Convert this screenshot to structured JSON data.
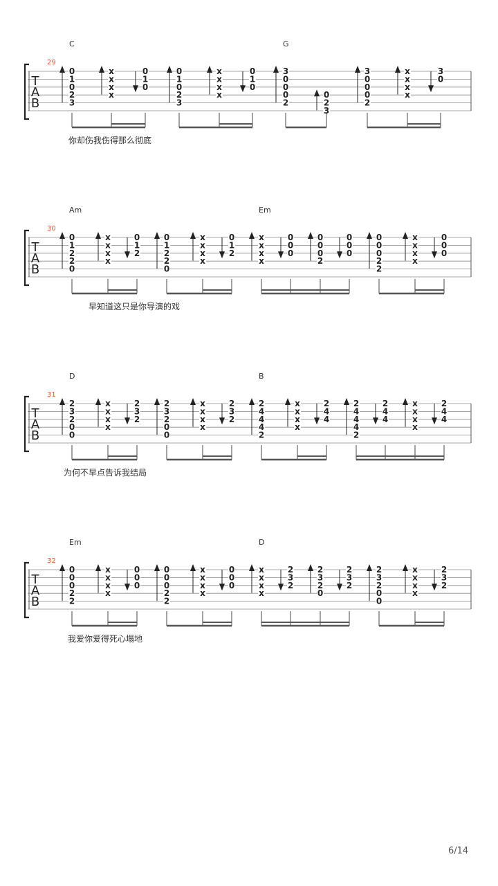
{
  "page_number": "6/14",
  "tab_clef": [
    "T",
    "A",
    "B"
  ],
  "systems": [
    {
      "measure_number": "29",
      "lyric": "你却伤我伤得那么彻底",
      "chords": [
        {
          "name": "C",
          "beat_group": 0
        },
        {
          "name": "G",
          "beat_group": 2
        }
      ],
      "groups": [
        [
          {
            "dir": "up",
            "frets": [
              "0",
              "1",
              "0",
              "2",
              "3",
              ""
            ]
          },
          {
            "dir": "up",
            "frets": [
              "x",
              "x",
              "x",
              "x",
              "",
              ""
            ]
          },
          {
            "dir": "down",
            "frets": [
              "0",
              "1",
              "0",
              "",
              "",
              ""
            ]
          }
        ],
        [
          {
            "dir": "up",
            "frets": [
              "0",
              "1",
              "0",
              "2",
              "3",
              ""
            ]
          },
          {
            "dir": "up",
            "frets": [
              "x",
              "x",
              "x",
              "x",
              "",
              ""
            ]
          },
          {
            "dir": "down",
            "frets": [
              "0",
              "1",
              "0",
              "",
              "",
              ""
            ]
          }
        ],
        [
          {
            "dir": "up",
            "frets": [
              "3",
              "0",
              "0",
              "0",
              "2",
              ""
            ]
          },
          {
            "dir": "up",
            "frets": [
              "",
              "",
              "",
              "0",
              "2",
              "3"
            ]
          }
        ],
        [
          {
            "dir": "up",
            "frets": [
              "3",
              "0",
              "0",
              "0",
              "2",
              ""
            ]
          },
          {
            "dir": "up",
            "frets": [
              "x",
              "x",
              "x",
              "x",
              "",
              ""
            ]
          },
          {
            "dir": "down",
            "frets": [
              "3",
              "0",
              "",
              "",
              "",
              ""
            ]
          }
        ]
      ]
    },
    {
      "measure_number": "30",
      "lyric": "早知道这只是你导演的戏",
      "chords": [
        {
          "name": "Am",
          "beat_group": 0
        },
        {
          "name": "Em",
          "beat_group": 2
        }
      ],
      "groups": [
        [
          {
            "dir": "up",
            "frets": [
              "0",
              "1",
              "2",
              "2",
              "0",
              ""
            ]
          },
          {
            "dir": "up",
            "frets": [
              "x",
              "x",
              "x",
              "x",
              "",
              ""
            ]
          },
          {
            "dir": "down",
            "frets": [
              "0",
              "1",
              "2",
              "",
              "",
              ""
            ]
          }
        ],
        [
          {
            "dir": "up",
            "frets": [
              "0",
              "1",
              "2",
              "2",
              "0",
              ""
            ]
          },
          {
            "dir": "up",
            "frets": [
              "x",
              "x",
              "x",
              "x",
              "",
              ""
            ]
          },
          {
            "dir": "down",
            "frets": [
              "0",
              "1",
              "2",
              "",
              "",
              ""
            ]
          }
        ],
        [
          {
            "dir": "up",
            "frets": [
              "x",
              "x",
              "x",
              "x",
              "",
              ""
            ]
          },
          {
            "dir": "down",
            "frets": [
              "0",
              "0",
              "0",
              "",
              "",
              ""
            ]
          },
          {
            "dir": "up",
            "frets": [
              "0",
              "0",
              "0",
              "2",
              "",
              ""
            ]
          },
          {
            "dir": "down",
            "frets": [
              "0",
              "0",
              "0",
              "",
              "",
              ""
            ]
          }
        ],
        [
          {
            "dir": "up",
            "frets": [
              "0",
              "0",
              "0",
              "2",
              "2",
              ""
            ]
          },
          {
            "dir": "up",
            "frets": [
              "x",
              "x",
              "x",
              "x",
              "",
              ""
            ]
          },
          {
            "dir": "down",
            "frets": [
              "0",
              "0",
              "0",
              "",
              "",
              ""
            ]
          }
        ]
      ]
    },
    {
      "measure_number": "31",
      "lyric": "为何不早点告诉我结局",
      "chords": [
        {
          "name": "D",
          "beat_group": 0
        },
        {
          "name": "B",
          "beat_group": 2
        }
      ],
      "groups": [
        [
          {
            "dir": "up",
            "frets": [
              "2",
              "3",
              "2",
              "0",
              "0",
              ""
            ]
          },
          {
            "dir": "up",
            "frets": [
              "x",
              "x",
              "x",
              "x",
              "",
              ""
            ]
          },
          {
            "dir": "down",
            "frets": [
              "2",
              "3",
              "2",
              "",
              "",
              ""
            ]
          }
        ],
        [
          {
            "dir": "up",
            "frets": [
              "2",
              "3",
              "2",
              "0",
              "0",
              ""
            ]
          },
          {
            "dir": "up",
            "frets": [
              "x",
              "x",
              "x",
              "x",
              "",
              ""
            ]
          },
          {
            "dir": "down",
            "frets": [
              "2",
              "3",
              "2",
              "",
              "",
              ""
            ]
          }
        ],
        [
          {
            "dir": "up",
            "frets": [
              "2",
              "4",
              "4",
              "4",
              "2",
              ""
            ]
          },
          {
            "dir": "up",
            "frets": [
              "x",
              "x",
              "x",
              "x",
              "",
              ""
            ]
          },
          {
            "dir": "down",
            "frets": [
              "2",
              "4",
              "4",
              "",
              "",
              ""
            ]
          }
        ],
        [
          {
            "dir": "up",
            "frets": [
              "2",
              "4",
              "4",
              "4",
              "2",
              ""
            ]
          },
          {
            "dir": "down",
            "frets": [
              "2",
              "4",
              "4",
              "",
              "",
              ""
            ]
          },
          {
            "dir": "up",
            "frets": [
              "x",
              "x",
              "x",
              "x",
              "",
              ""
            ]
          },
          {
            "dir": "down",
            "frets": [
              "2",
              "4",
              "4",
              "",
              "",
              ""
            ]
          }
        ]
      ]
    },
    {
      "measure_number": "32",
      "lyric": "我爱你爱得死心塌地",
      "chords": [
        {
          "name": "Em",
          "beat_group": 0
        },
        {
          "name": "D",
          "beat_group": 2
        }
      ],
      "groups": [
        [
          {
            "dir": "up",
            "frets": [
              "0",
              "0",
              "0",
              "2",
              "2",
              ""
            ]
          },
          {
            "dir": "up",
            "frets": [
              "x",
              "x",
              "x",
              "x",
              "",
              ""
            ]
          },
          {
            "dir": "down",
            "frets": [
              "0",
              "0",
              "0",
              "",
              "",
              ""
            ]
          }
        ],
        [
          {
            "dir": "up",
            "frets": [
              "0",
              "0",
              "0",
              "2",
              "2",
              ""
            ]
          },
          {
            "dir": "up",
            "frets": [
              "x",
              "x",
              "x",
              "x",
              "",
              ""
            ]
          },
          {
            "dir": "down",
            "frets": [
              "0",
              "0",
              "0",
              "",
              "",
              ""
            ]
          }
        ],
        [
          {
            "dir": "up",
            "frets": [
              "x",
              "x",
              "x",
              "x",
              "",
              ""
            ]
          },
          {
            "dir": "down",
            "frets": [
              "2",
              "3",
              "2",
              "",
              "",
              ""
            ]
          },
          {
            "dir": "up",
            "frets": [
              "2",
              "3",
              "2",
              "0",
              "",
              ""
            ]
          },
          {
            "dir": "down",
            "frets": [
              "2",
              "3",
              "2",
              "",
              "",
              ""
            ]
          }
        ],
        [
          {
            "dir": "up",
            "frets": [
              "2",
              "3",
              "2",
              "0",
              "0",
              ""
            ]
          },
          {
            "dir": "up",
            "frets": [
              "x",
              "x",
              "x",
              "x",
              "",
              ""
            ]
          },
          {
            "dir": "down",
            "frets": [
              "2",
              "3",
              "2",
              "",
              "",
              ""
            ]
          }
        ]
      ]
    }
  ]
}
